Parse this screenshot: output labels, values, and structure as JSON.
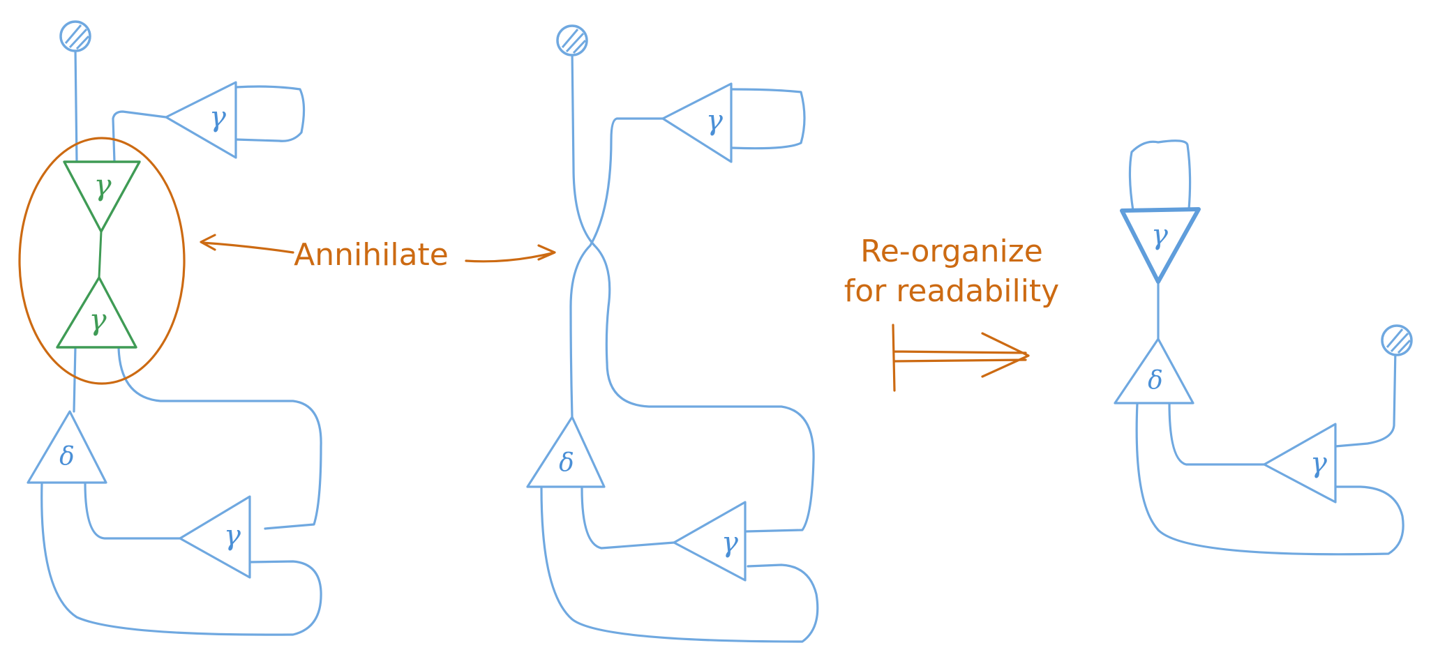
{
  "labels": {
    "annihilate": "Annihilate",
    "reorganize_line1": "Re-organize",
    "reorganize_line2": "for readability"
  },
  "symbols": {
    "gamma": "γ",
    "delta": "δ"
  },
  "colors": {
    "net_wires": "#6fa8e0",
    "highlight_agents": "#3f9b55",
    "annotation": "#cc6a12"
  }
}
